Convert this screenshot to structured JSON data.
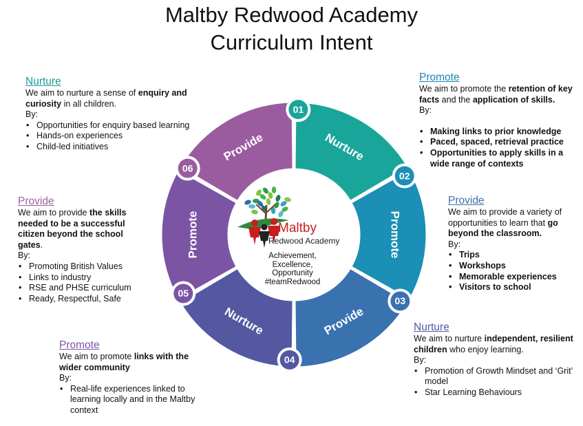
{
  "title": {
    "line1": "Maltby Redwood Academy",
    "line2": "Curriculum Intent"
  },
  "center": {
    "logo_name": "Maltby",
    "logo_sub": "Redwood Academy",
    "motto": [
      "Achievement,",
      "Excellence,",
      "Opportunity",
      "#teamRedwood"
    ]
  },
  "segments": [
    {
      "label": "Nurture",
      "number": "01",
      "color": "#1aa59a"
    },
    {
      "label": "Promote",
      "number": "02",
      "color": "#1b8fb5"
    },
    {
      "label": "Provide",
      "number": "03",
      "color": "#3a72b0"
    },
    {
      "label": "Nurture",
      "number": "04",
      "color": "#5358a1"
    },
    {
      "label": "Promote",
      "number": "05",
      "color": "#7c54a4"
    },
    {
      "label": "Provide",
      "number": "06",
      "color": "#9b5c9f"
    }
  ],
  "wheel_labels": [
    "Nurture",
    "Promote",
    "Provide",
    "Nurture",
    "Promote",
    "Provide"
  ],
  "wheel_numbers": [
    "01",
    "02",
    "03",
    "04",
    "05",
    "06"
  ],
  "panels": {
    "nurture1": {
      "heading": "Nurture",
      "text_pre": "We aim to nurture a sense of ",
      "text_bold": "enquiry and curiosity",
      "text_post": " in all children.",
      "by": "By:",
      "items": [
        "Opportunities for enquiry based learning",
        "Hands-on experiences",
        "Child-led initiatives"
      ]
    },
    "promote1": {
      "heading": "Promote",
      "text_pre": "We aim to promote the ",
      "text_bold": "retention of key facts",
      "text_mid": " and the ",
      "text_bold2": "application of skills.",
      "by": "By:",
      "items": [
        "Making links to prior knowledge",
        "Paced, spaced, retrieval practice",
        "Opportunities to apply skills in a wide range of contexts"
      ]
    },
    "provide2": {
      "heading": "Provide",
      "text_pre": "We aim to provide  a variety of opportunities to learn that ",
      "text_bold": "go beyond the classroom.",
      "by": "By:",
      "items": [
        "Trips",
        "Workshops",
        "Memorable experiences",
        "Visitors to school"
      ]
    },
    "nurture3": {
      "heading": "Nurture",
      "text_pre": "We aim to nurture ",
      "text_bold": "independent, resilient children",
      "text_post": " who enjoy learning.",
      "by": "By:",
      "items": [
        "Promotion of Growth Mindset and ‘Grit’ model",
        "Star Learning Behaviours"
      ]
    },
    "promote4": {
      "heading": "Promote",
      "text_pre": "We aim to promote ",
      "text_bold": "links with the wider community",
      "by": "By:",
      "items": [
        "Real-life  experiences linked to learning locally and in the Maltby context"
      ]
    },
    "provide6": {
      "heading": "Provide",
      "text_pre": "We aim to provide  ",
      "text_bold": "the skills needed to be a successful citizen beyond the school gates",
      "text_post": ".",
      "by": "By:",
      "items": [
        "Promoting British Values",
        "Links to industry",
        "RSE and PHSE curriculum",
        "Ready,  Respectful,  Safe"
      ]
    }
  }
}
